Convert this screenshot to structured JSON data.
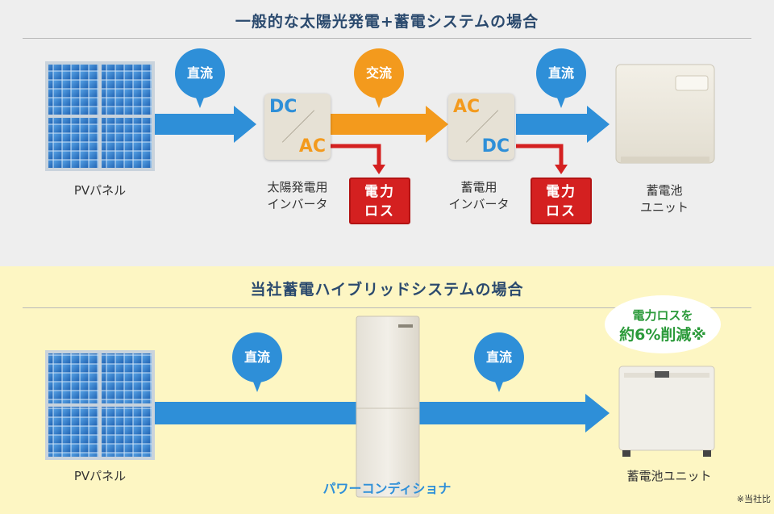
{
  "top": {
    "heading": "一般的な太陽光発電+蓄電システムの場合",
    "pv_label": "PVパネル",
    "flows": {
      "dc1": "直流",
      "ac": "交流",
      "dc2": "直流"
    },
    "inverter1": {
      "top": "DC",
      "bottom": "AC",
      "label_line1": "太陽発電用",
      "label_line2": "インバータ"
    },
    "inverter2": {
      "top": "AC",
      "bottom": "DC",
      "label_line1": "蓄電用",
      "label_line2": "インバータ"
    },
    "loss_line1": "電力",
    "loss_line2": "ロス",
    "battery_label_line1": "蓄電池",
    "battery_label_line2": "ユニット"
  },
  "bottom": {
    "heading": "当社蓄電ハイブリッドシステムの場合",
    "pv_label": "PVパネル",
    "flow1": "直流",
    "flow2": "直流",
    "conditioner_label": "パワーコンディショナ",
    "badge_line1": "電力ロスを",
    "badge_line2": "約6%削減※",
    "battery_label": "蓄電池ユニット",
    "footnote": "※当社比"
  },
  "colors": {
    "heading": "#2b4a6e",
    "blue": "#2e8fd8",
    "orange": "#f39a1d",
    "red": "#d42020",
    "green": "#2b9a3a"
  }
}
